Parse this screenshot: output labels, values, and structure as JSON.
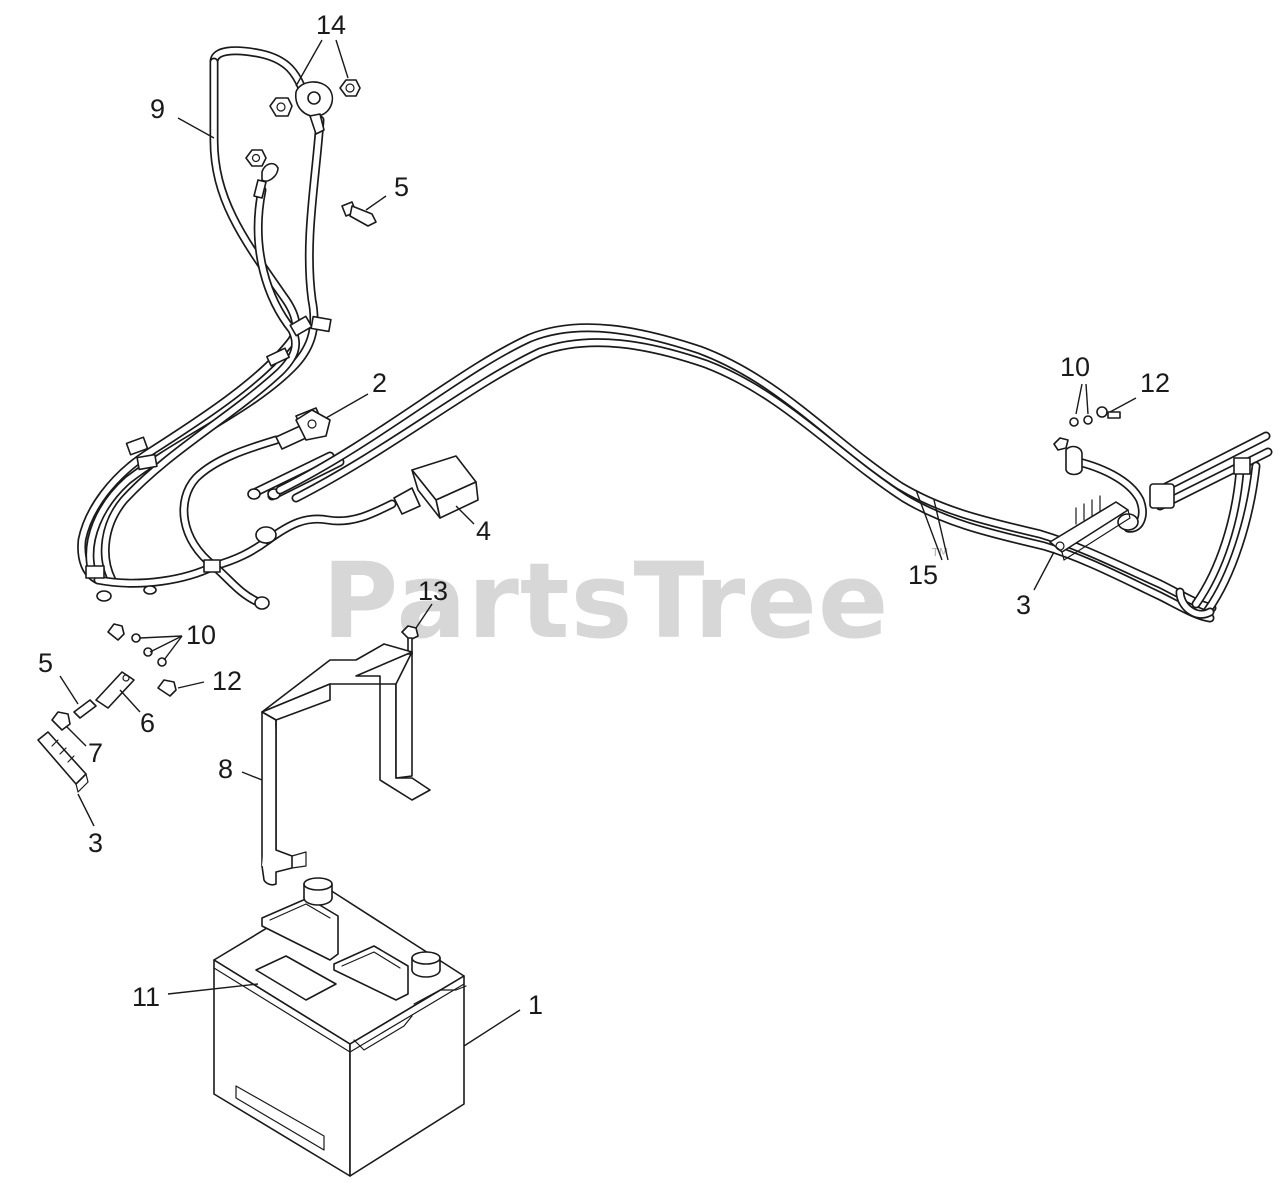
{
  "watermark": {
    "brand": "PartsTree",
    "mark": "TM"
  },
  "callouts": {
    "c1": "1",
    "c2": "2",
    "c3a": "3",
    "c3b": "3",
    "c4": "4",
    "c5a": "5",
    "c5b": "5",
    "c6": "6",
    "c7": "7",
    "c8": "8",
    "c9": "9",
    "c10a": "10",
    "c10b": "10",
    "c11": "11",
    "c12a": "12",
    "c12b": "12",
    "c13": "13",
    "c14": "14",
    "c15": "15"
  }
}
